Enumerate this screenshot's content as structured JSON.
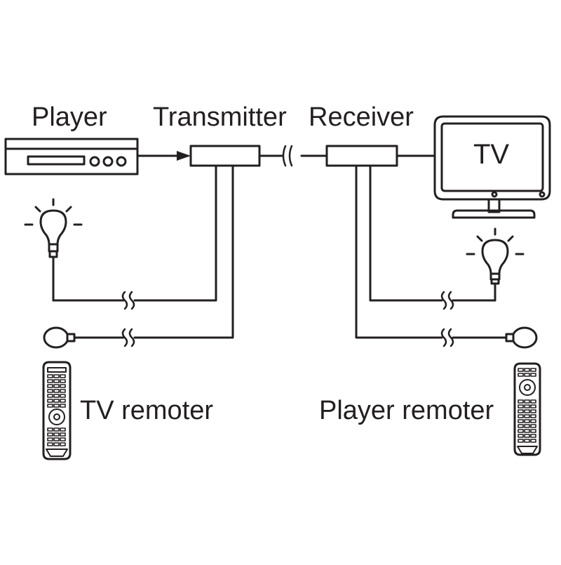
{
  "labels": {
    "player": "Player",
    "transmitter": "Transmitter",
    "receiver": "Receiver",
    "tv": "TV",
    "tv_remoter": "TV remoter",
    "player_remoter": "Player remoter"
  },
  "colors": {
    "stroke": "#231f20",
    "background": "#ffffff"
  },
  "icons": [
    "dvd-player-icon",
    "tv-icon",
    "lightbulb-icon",
    "ir-eye-icon",
    "remote-control-icon"
  ]
}
